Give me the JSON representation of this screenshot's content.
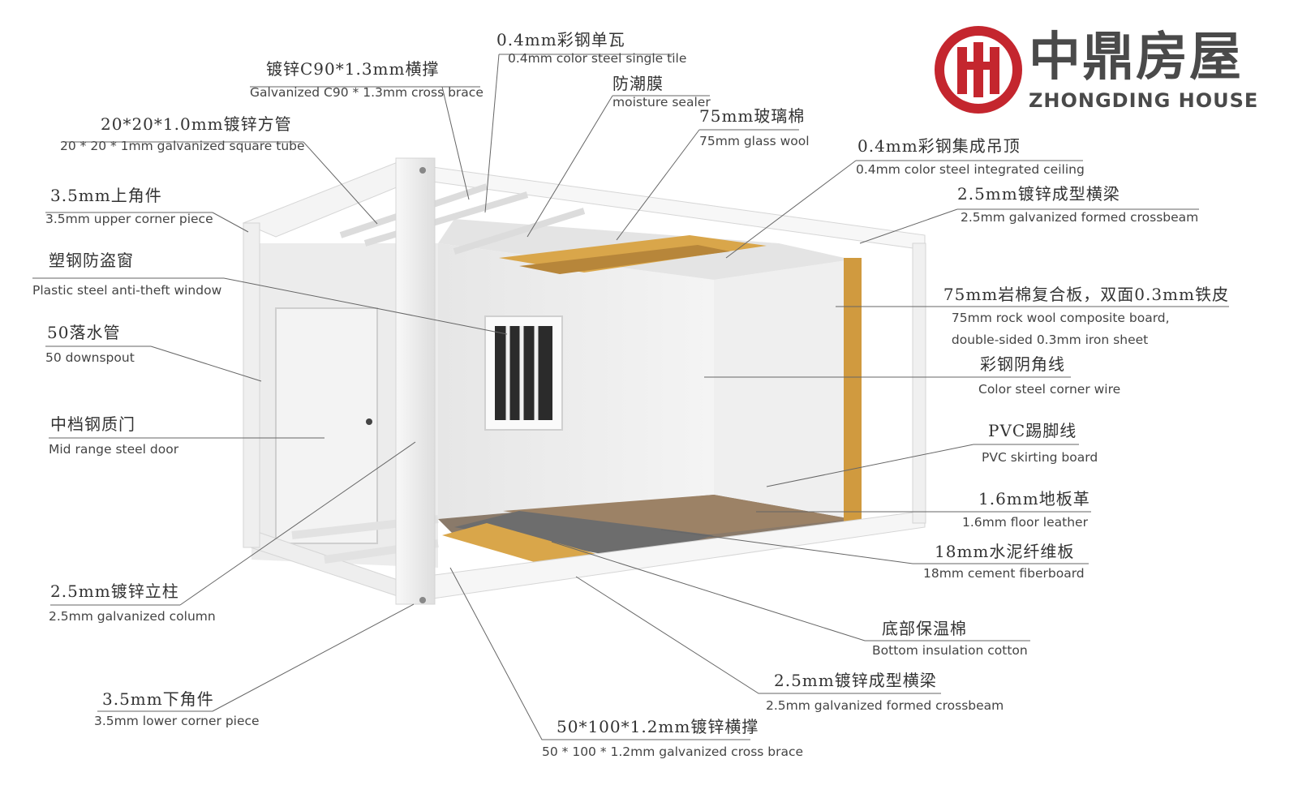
{
  "brand": {
    "name_zh": "中鼎房屋",
    "name_en": "ZHONGDING HOUSE",
    "color": "#c4262e"
  },
  "labels": {
    "color_steel_tile": {
      "zh": "0.4mm彩钢单瓦",
      "en": "0.4mm color steel single tile"
    },
    "cross_brace_top": {
      "zh": "镀锌C90*1.3mm横撑",
      "en": "Galvanized C90 * 1.3mm cross brace"
    },
    "moisture_sealer": {
      "zh": "防潮膜",
      "en": "moisture sealer"
    },
    "square_tube": {
      "zh": "20*20*1.0mm镀锌方管",
      "en": "20 * 20 * 1mm galvanized square tube"
    },
    "glass_wool": {
      "zh": "75mm玻璃棉",
      "en": "75mm glass wool"
    },
    "integrated_ceiling": {
      "zh": "0.4mm彩钢集成吊顶",
      "en": "0.4mm color steel integrated ceiling"
    },
    "upper_corner": {
      "zh": "3.5mm上角件",
      "en": "3.5mm upper corner piece"
    },
    "crossbeam_top": {
      "zh": "2.5mm镀锌成型横梁",
      "en": "2.5mm galvanized formed crossbeam"
    },
    "window": {
      "zh": "塑钢防盗窗",
      "en": "Plastic steel anti-theft window"
    },
    "rock_wool": {
      "zh": "75mm岩棉复合板，双面0.3mm铁皮",
      "en": "75mm rock wool composite board,",
      "en2": "double-sided 0.3mm iron sheet"
    },
    "downspout": {
      "zh": "50落水管",
      "en": "50 downspout"
    },
    "corner_wire": {
      "zh": "彩钢阴角线",
      "en": "Color steel corner wire"
    },
    "steel_door": {
      "zh": "中档钢质门",
      "en": "Mid range steel door"
    },
    "skirting": {
      "zh": "PVC踢脚线",
      "en": "PVC skirting board"
    },
    "floor_leather": {
      "zh": "1.6mm地板革",
      "en": "1.6mm floor leather"
    },
    "cement_board": {
      "zh": "18mm水泥纤维板",
      "en": "18mm cement fiberboard"
    },
    "column": {
      "zh": "2.5mm镀锌立柱",
      "en": "2.5mm galvanized column"
    },
    "insulation": {
      "zh": "底部保温棉",
      "en": "Bottom insulation cotton"
    },
    "crossbeam_bottom": {
      "zh": "2.5mm镀锌成型横梁",
      "en": "2.5mm galvanized formed crossbeam"
    },
    "lower_corner": {
      "zh": "3.5mm下角件",
      "en": "3.5mm lower corner piece"
    },
    "cross_brace_bottom": {
      "zh": "50*100*1.2mm镀锌横撑",
      "en": "50 * 100 * 1.2mm galvanized cross brace"
    }
  }
}
